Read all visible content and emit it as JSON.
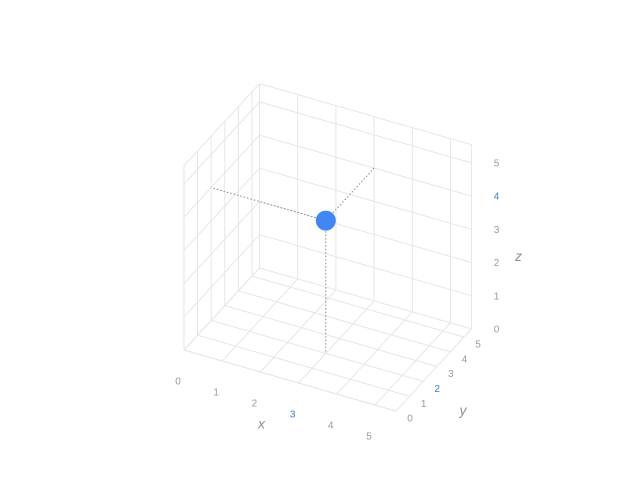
{
  "chart_data": {
    "type": "scatter",
    "title": "",
    "xlabel": "x",
    "ylabel": "y",
    "zlabel": "z",
    "xlim": [
      0,
      5
    ],
    "ylim": [
      0,
      5
    ],
    "zlim": [
      0,
      5
    ],
    "ticks": {
      "x": [
        "0",
        "1",
        "2",
        "3",
        "4",
        "5"
      ],
      "y": [
        "0",
        "1",
        "2",
        "3",
        "4",
        "5"
      ],
      "z": [
        "0",
        "1",
        "2",
        "3",
        "4",
        "5"
      ]
    },
    "highlighted_ticks": {
      "x": "3",
      "y": "2",
      "z": "4"
    },
    "grid": true,
    "points": [
      {
        "x": 3,
        "y": 2,
        "z": 4,
        "color": "#4285f4"
      }
    ],
    "projection_lines": true
  },
  "colors": {
    "point": "#4285f4",
    "highlight_tick": "#3b82c4",
    "grid": "#e6e6e6",
    "tick_text": "#9a9a9a",
    "axis_title": "#8f8f8f",
    "projection_line": "#888888"
  }
}
